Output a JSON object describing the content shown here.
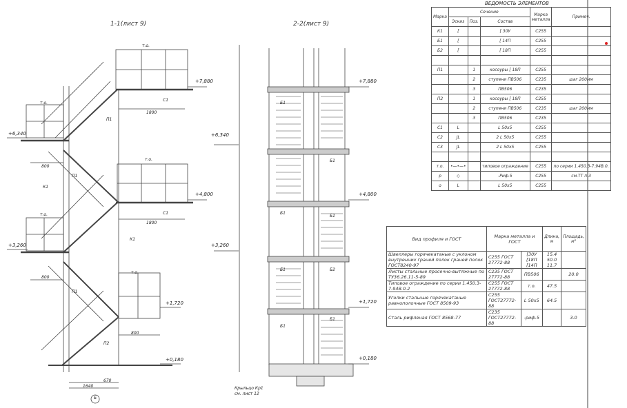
{
  "section_1": {
    "title": "1-1(лист 9)",
    "levels": [
      "+7,880",
      "+6,340",
      "+4,800",
      "+3,260",
      "+1,720",
      "+0,180"
    ],
    "dims": [
      "1800",
      "1800",
      "800",
      "800",
      "800",
      "670",
      "1640"
    ],
    "labels": [
      "т.о.",
      "т.о.",
      "т.о.",
      "т.о.",
      "т.о.",
      "С1",
      "С1",
      "П1",
      "П1",
      "П1",
      "П2",
      "К1",
      "К1"
    ],
    "circle": "Б"
  },
  "section_2": {
    "title": "2-2(лист 9)",
    "levels": [
      "+7,880",
      "+6,340",
      "+4,800",
      "+3,260",
      "+1,720",
      "+0,180"
    ],
    "labels": [
      "Б1",
      "Б1",
      "Б1",
      "Б1",
      "Б1",
      "Б1",
      "Б1",
      "Б2"
    ],
    "note": [
      "Крыльцо Кр1",
      "см. лист 12"
    ]
  },
  "elements_table": {
    "title": "ВЕДОМОСТЬ ЭЛЕМЕНТОВ",
    "headers": {
      "mark": "Марка",
      "section": "Сечение",
      "sketch": "Эскиз",
      "pos": "Поз.",
      "composition": "Состав",
      "steel": "Марка металла",
      "note": "Примеч."
    },
    "rows": [
      {
        "mark": "К1",
        "sketch": "[",
        "pos": "",
        "comp": "[ 30У",
        "steel": "С255",
        "note": ""
      },
      {
        "mark": "Б1",
        "sketch": "[",
        "pos": "",
        "comp": "[ 14П",
        "steel": "С255",
        "note": ""
      },
      {
        "mark": "Б2",
        "sketch": "[",
        "pos": "",
        "comp": "[ 18П",
        "steel": "С255",
        "note": ""
      },
      {
        "mark": "",
        "sketch": "",
        "pos": "",
        "comp": "",
        "steel": "",
        "note": ""
      },
      {
        "mark": "П1",
        "sketch": "",
        "pos": "1",
        "comp": "косоуры [ 18П",
        "steel": "С255",
        "note": ""
      },
      {
        "mark": "",
        "sketch": "",
        "pos": "2",
        "comp": "ступени ПВ506",
        "steel": "С235",
        "note": "шаг 200мм"
      },
      {
        "mark": "",
        "sketch": "",
        "pos": "3",
        "comp": "ПВ506",
        "steel": "С235",
        "note": ""
      },
      {
        "mark": "П2",
        "sketch": "",
        "pos": "1",
        "comp": "косоуры [ 18П",
        "steel": "С255",
        "note": ""
      },
      {
        "mark": "",
        "sketch": "",
        "pos": "2",
        "comp": "ступени ПВ506",
        "steel": "С235",
        "note": "шаг 200мм"
      },
      {
        "mark": "",
        "sketch": "",
        "pos": "3",
        "comp": "ПВ506",
        "steel": "С235",
        "note": ""
      },
      {
        "mark": "С1",
        "sketch": "L",
        "pos": "",
        "comp": "L 50х5",
        "steel": "С255",
        "note": ""
      },
      {
        "mark": "С2",
        "sketch": "JL",
        "pos": "",
        "comp": "2 L 50х5",
        "steel": "С255",
        "note": ""
      },
      {
        "mark": "С3",
        "sketch": "JL",
        "pos": "",
        "comp": "2 L 50х5",
        "steel": "С255",
        "note": ""
      },
      {
        "mark": "",
        "sketch": "",
        "pos": "",
        "comp": "",
        "steel": "",
        "note": ""
      },
      {
        "mark": "т.о.",
        "sketch": "•—•—•",
        "pos": "",
        "comp": "типовое ограждение",
        "steel": "С255",
        "note": "по серии 1.450.3-7.94В.0."
      },
      {
        "mark": "р",
        "sketch": "◇",
        "pos": "",
        "comp": "-Риф.5",
        "steel": "С255",
        "note": "см.ТТ п.3"
      },
      {
        "mark": "о",
        "sketch": "L",
        "pos": "",
        "comp": "L 50х5",
        "steel": "С255",
        "note": ""
      }
    ]
  },
  "materials_table": {
    "headers": {
      "profile": "Вид профиля и ГОСТ",
      "steel": "Марка металла и ГОСТ",
      "length": "Длина, м",
      "area": "Площадь, м²"
    },
    "rows": [
      {
        "profile": "Швеллеры горячекатаные с уклоном внутренних граней полок граней полок ГОСТ8240-97",
        "steel": "С255 ГОСТ 27772-88",
        "size": "[30У [18П [14П",
        "length": "15.4 50.0 11.7",
        "area": ""
      },
      {
        "profile": "Листы стальные просечно-вытяжные по ТУ36.26.11-5-89",
        "steel": "С235 ГОСТ 27772-88",
        "size": "ПВ506",
        "length": "",
        "area": "20.0"
      },
      {
        "profile": "Типовое ограждение по серии 1.450.3-7.94В.0.2",
        "steel": "С255 ГОСТ 27772-88",
        "size": "т.о.",
        "length": "47.5",
        "area": ""
      },
      {
        "profile": "Уголки стальные горячекатаные равнополочные ГОСТ 8509-93",
        "steel": "С255 ГОСТ27772-88",
        "size": "L 50х5",
        "length": "64.5",
        "area": ""
      },
      {
        "profile": "Сталь рифленая ГОСТ 8568-77",
        "steel": "С235 ГОСТ27772-88",
        "size": "-риф.5",
        "length": "",
        "area": "3.0"
      }
    ]
  }
}
